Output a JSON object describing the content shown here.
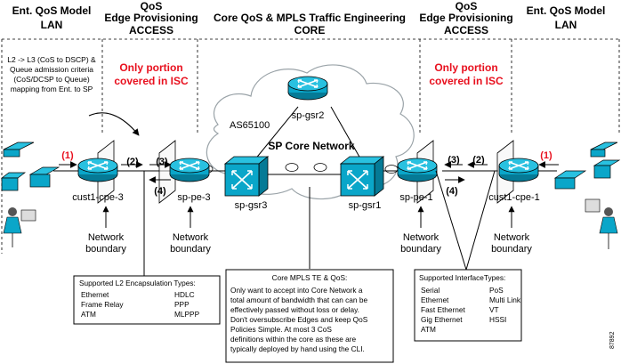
{
  "headers": {
    "ent_left_1": "Ent. QoS Model",
    "ent_left_2": "LAN",
    "qos_left_1": "QoS",
    "qos_left_2": "Edge Provisioning",
    "qos_left_3": "ACCESS",
    "core_1": "Core QoS & MPLS Traffic Engineering",
    "core_2": "CORE",
    "qos_right_1": "QoS",
    "qos_right_2": "Edge Provisioning",
    "qos_right_3": "ACCESS",
    "ent_right_1": "Ent. QoS Model",
    "ent_right_2": "LAN"
  },
  "isc_note": {
    "line1": "Only portion",
    "line2": "covered in ISC"
  },
  "mapping_note": {
    "line1": "L2 -> L3 (CoS to DSCP) &",
    "line2": "Queue admission criteria",
    "line3": "(CoS/DCSP to Queue)",
    "line4": "mapping from Ent. to  SP"
  },
  "cloud": {
    "as_label": "AS65100",
    "title": "SP Core Network"
  },
  "nodes": {
    "cust_left": "cust1-cpe-3",
    "pe_left": "sp-pe-3",
    "gsr2": "sp-gsr2",
    "gsr3": "sp-gsr3",
    "gsr1": "sp-gsr1",
    "pe_right": "sp-pe-1",
    "cust_right": "cust1-cpe-1"
  },
  "boundary": {
    "line1": "Network",
    "line2": "boundary"
  },
  "steps": {
    "s1": "(1)",
    "s2": "(2)",
    "s3": "(3)",
    "s4": "(4)"
  },
  "box_l2": {
    "title": "Supported L2 Encapsulation Types:",
    "left": [
      "Ethernet",
      "Frame Relay",
      "ATM"
    ],
    "right": [
      "HDLC",
      "PPP",
      "MLPPP"
    ]
  },
  "box_core": {
    "title": "Core MPLS TE & QoS:",
    "lines": [
      "Only want to accept into Core Network a",
      "total amount of bandwidth that can can be",
      "effectively passed without loss or delay.",
      "Don't oversubscribe Edges and keep QoS",
      "Policies Simple.  At most 3 CoS",
      "definitions within the core as these are",
      "typically deployed by hand using the CLI."
    ]
  },
  "box_if": {
    "title": "Supported InterfaceTypes:",
    "left": [
      "Serial",
      "Ethernet",
      "Fast Ethernet",
      "Gig Ethernet",
      "ATM"
    ],
    "right": [
      "PoS",
      "Multi Link",
      "VT",
      "HSSI"
    ]
  },
  "figure_id": "87892",
  "colors": {
    "device": "#0aa6c9",
    "device_dark": "#057a96",
    "red": "#e8101e",
    "cloud": "#ffffff"
  }
}
